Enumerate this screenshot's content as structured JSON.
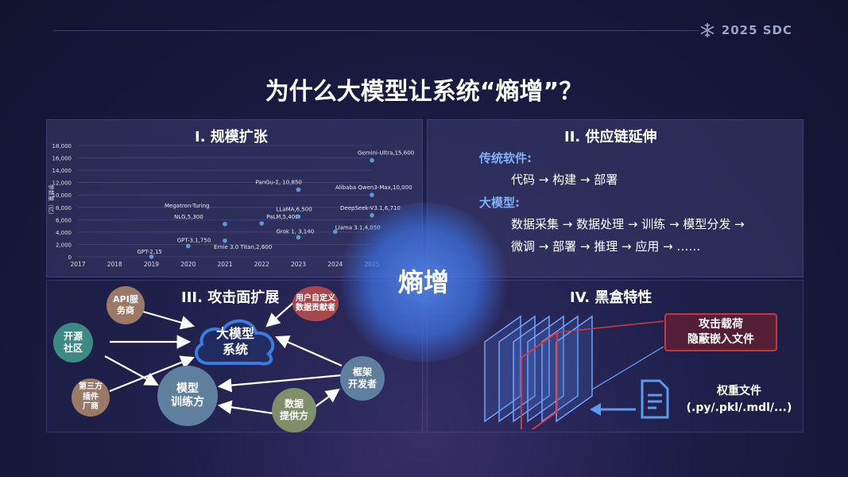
{
  "header": {
    "brand": "2025 SDC",
    "title": "为什么大模型让系统“熵增”？"
  },
  "center": {
    "label": "熵增"
  },
  "panel1": {
    "title": "I. 规模扩张"
  },
  "panel2": {
    "title": "II. 供应链延伸",
    "traditional_head": "传统软件:",
    "traditional_flow": "代码 → 构建 → 部署",
    "llm_head": "大模型:",
    "llm_flow_1": "数据采集 → 数据处理 → 训练 → 模型分发 →",
    "llm_flow_2": "微调 → 部署 → 推理 → 应用 → ……"
  },
  "panel3": {
    "title": "III. 攻击面扩展",
    "center_node": "大模型\n系统",
    "nodes": {
      "api": "API服\n务商",
      "opensource": "开源\n社区",
      "thirdparty": "第三方\n插件\n厂商",
      "trainer": "模型\n训练方",
      "userdef": "用户自定义\n数据贡献者",
      "framework": "框架\n开发者",
      "data": "数据\n提供方"
    }
  },
  "panel4": {
    "title": "IV. 黑盒特性",
    "attack": [
      "攻击载荷",
      "隐蔽嵌入文件"
    ],
    "weights": [
      "权重文件",
      "(.py/.pkl/.mdl/...)"
    ]
  },
  "chart_data": {
    "type": "scatter",
    "ylabel": "参数量（亿）",
    "xlim": [
      2017,
      2025
    ],
    "ylim": [
      0,
      18000
    ],
    "x_ticks": [
      "2017",
      "2018",
      "2019",
      "2020",
      "2021",
      "2022",
      "2023",
      "2024",
      "2025"
    ],
    "y_ticks": [
      "0",
      "2,000",
      "4,000",
      "6,000",
      "8,000",
      "10,000",
      "12,000",
      "14,000",
      "16,000",
      "18,000"
    ],
    "points": [
      {
        "label": "GPT-2,15",
        "x": 2019,
        "y": 15
      },
      {
        "label": "GPT-3,1,750",
        "x": 2020,
        "y": 1750
      },
      {
        "label": "Megatron-Turing NLG,5,300",
        "x": 2021,
        "y": 5300
      },
      {
        "label": "Ernie 3.0 Titan,2,600",
        "x": 2021,
        "y": 2600
      },
      {
        "label": "PaLM,5,400",
        "x": 2022,
        "y": 5400
      },
      {
        "label": "PanGu-Σ, 10,850",
        "x": 2023,
        "y": 10850
      },
      {
        "label": "LLaMA,6,500",
        "x": 2023,
        "y": 6500
      },
      {
        "label": "Grok 1, 3,140",
        "x": 2023,
        "y": 3140
      },
      {
        "label": "Llama 3.1,4,050",
        "x": 2024,
        "y": 4050
      },
      {
        "label": "Gemini-Ultra,15,600",
        "x": 2025,
        "y": 15600
      },
      {
        "label": "Alibaba Qwen3-Max,10,000",
        "x": 2025,
        "y": 10000
      },
      {
        "label": "DeepSeek-V3.1,6,710",
        "x": 2025,
        "y": 6710
      }
    ],
    "colors": {
      "point": "#5b9bd5",
      "grid": "#4a4f86"
    }
  }
}
